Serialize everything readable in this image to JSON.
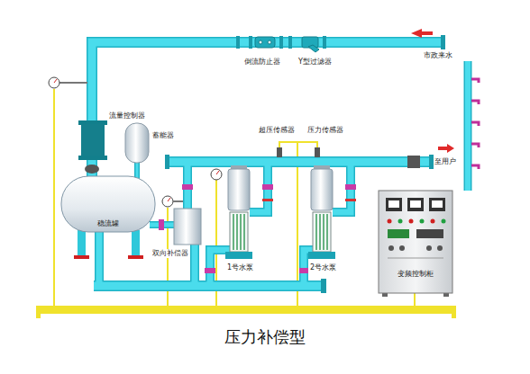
{
  "diagram": {
    "caption": "压力补偿型",
    "nodes": [
      {
        "text": [
          "稳流罐"
        ]
      },
      {
        "text": [
          "变频控制柜"
        ]
      }
    ],
    "labels": [
      "市政来水",
      "倒流防止器",
      "Y型过滤器",
      "流量控制器",
      "蓄能器",
      "超压传感器",
      "压力传感器",
      "至用户",
      "双向补偿器",
      "1号水泵",
      "2号水泵"
    ]
  }
}
